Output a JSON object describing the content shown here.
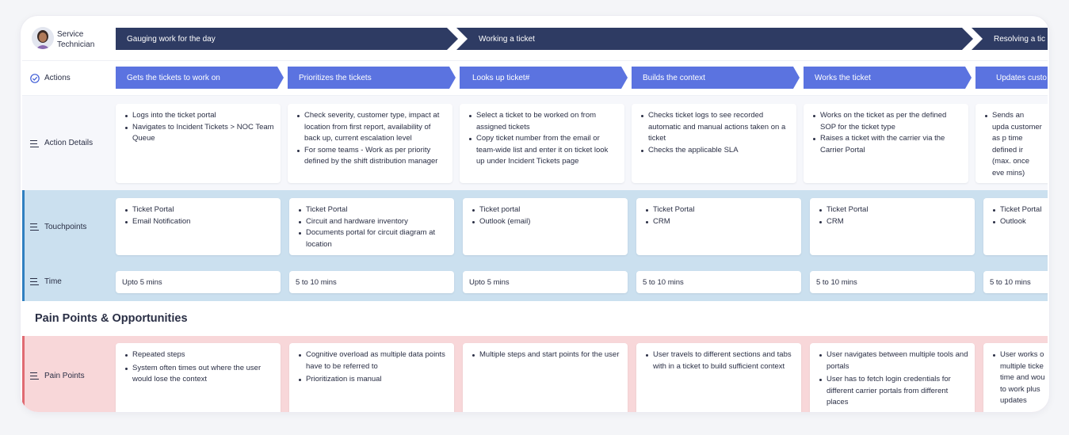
{
  "persona": {
    "name_line1": "Service",
    "name_line2": "Technician"
  },
  "stages": [
    {
      "label": "Gauging work for the day"
    },
    {
      "label": "Working a ticket"
    },
    {
      "label": "Resolving a tic"
    }
  ],
  "rows": {
    "actions": "Actions",
    "action_details": "Action Details",
    "touchpoints": "Touchpoints",
    "time": "Time",
    "pain_points": "Pain Points"
  },
  "actions": [
    "Gets the tickets to work on",
    "Prioritizes the tickets",
    "Looks up ticket#",
    "Builds the context",
    "Works the ticket",
    "Updates custo"
  ],
  "action_details": [
    [
      "Logs into the ticket portal",
      "Navigates to Incident Tickets > NOC Team Queue"
    ],
    [
      "Check severity, customer type, impact at location from first report, availability of back up, current escalation level",
      "For some teams - Work as per priority defined by the shift distribution manager"
    ],
    [
      "Select a ticket to be worked on from assigned tickets",
      "Copy ticket number from the email or team-wide list and enter it on ticket look up under Incident Tickets page"
    ],
    [
      "Checks ticket logs to see recorded automatic and manual actions taken on a ticket",
      "Checks the applicable SLA"
    ],
    [
      "Works on the ticket as per the defined SOP for the ticket type",
      "Raises a ticket with the carrier via the Carrier Portal"
    ],
    [
      "Sends an upda customer as p time defined ir (max. once eve mins)"
    ]
  ],
  "touchpoints": [
    [
      "Ticket Portal",
      "Email Notification"
    ],
    [
      "Ticket Portal",
      "Circuit and hardware inventory",
      "Documents portal for circuit diagram at location"
    ],
    [
      "Ticket portal",
      "Outlook (email)"
    ],
    [
      "Ticket Portal",
      "CRM"
    ],
    [
      "Ticket Portal",
      "CRM"
    ],
    [
      "Ticket Portal",
      "Outlook"
    ]
  ],
  "time": [
    "Upto 5 mins",
    "5 to 10 mins",
    "Upto 5 mins",
    "5 to 10 mins",
    "5 to 10 mins",
    "5 to 10 mins"
  ],
  "section_title": "Pain Points & Opportunities",
  "pain_points": [
    [
      "Repeated steps",
      "System often times out where the user would lose the context"
    ],
    [
      "Cognitive overload as multiple data points have to be referred to",
      "Prioritization is manual"
    ],
    [
      "Multiple steps and start points for the user"
    ],
    [
      "User travels to different sections and tabs with in a ticket to build sufficient context"
    ],
    [
      "User navigates between multiple tools and portals",
      "User has to fetch login credentials for different carrier portals from different places"
    ],
    [
      "User works o multiple ticke time and wou to work plus updates"
    ]
  ],
  "colors": {
    "stage": "#2e3b63",
    "action": "#5b73e0",
    "touch_bg": "#cbe0ef",
    "touch_accent": "#2f7fc0",
    "pain_bg": "#f8d7d9",
    "pain_accent": "#e06a72"
  }
}
